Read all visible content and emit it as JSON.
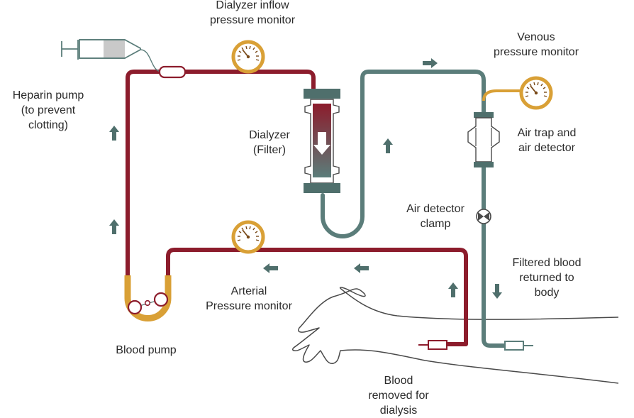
{
  "labels": {
    "dialyzer_inflow": [
      "Dialyzer inflow",
      "pressure monitor"
    ],
    "venous": [
      "Venous",
      "pressure monitor"
    ],
    "heparin": [
      "Heparin pump",
      "(to prevent",
      "clotting)"
    ],
    "dialyzer": [
      "Dialyzer",
      "(Filter)"
    ],
    "air_trap": [
      "Air trap and",
      "air detector"
    ],
    "clamp": [
      "Air detector",
      "clamp"
    ],
    "filtered": [
      "Filtered blood",
      "returned to",
      "body"
    ],
    "arterial": [
      "Arterial",
      "Pressure monitor"
    ],
    "blood_pump": [
      "Blood pump"
    ],
    "blood_removed": [
      "Blood",
      "removed for",
      "dialysis"
    ]
  },
  "colors": {
    "arterial_line": "#8c1c2c",
    "venous_line": "#5b7d7a",
    "pump_and_gauge": "#d9a036",
    "outline": "#4a4a4a",
    "arrow": "#4f6f6c"
  },
  "icons": [
    "pressure-gauge-icon",
    "syringe-icon",
    "flow-arrow-icon",
    "clamp-valve-icon",
    "air-trap-icon"
  ]
}
